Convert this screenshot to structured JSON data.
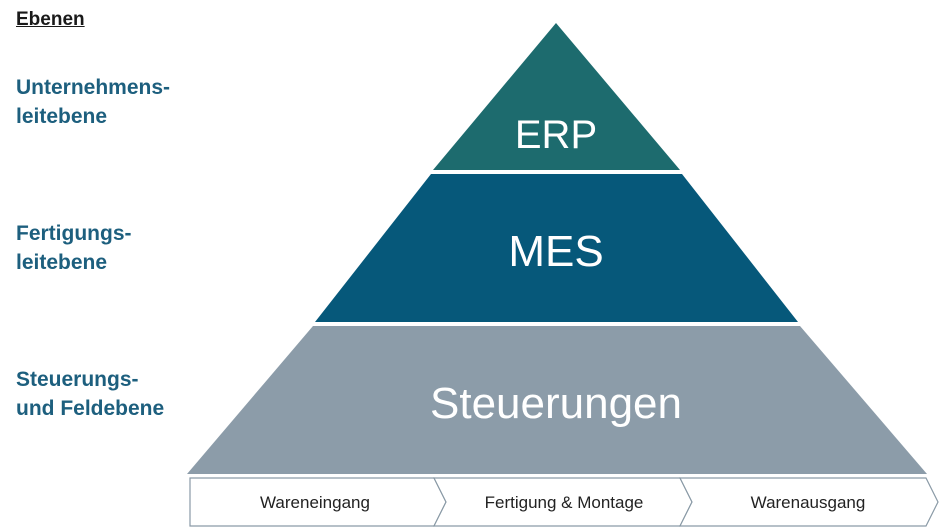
{
  "heading": "Ebenen",
  "levels": [
    {
      "line1": "Unternehmens-",
      "line2": "leitebene"
    },
    {
      "line1": "Fertigungs-",
      "line2": "leitebene"
    },
    {
      "line1": "Steuerungs-",
      "line2": "und Feldebene"
    }
  ],
  "tiers": [
    {
      "label": "ERP",
      "color": "#1d6b6e"
    },
    {
      "label": "MES",
      "color": "#06587a"
    },
    {
      "label": "Steuerungen",
      "color": "#8c9ca9"
    }
  ],
  "process_steps": [
    "Wareneingang",
    "Fertigung & Montage",
    "Warenausgang"
  ]
}
